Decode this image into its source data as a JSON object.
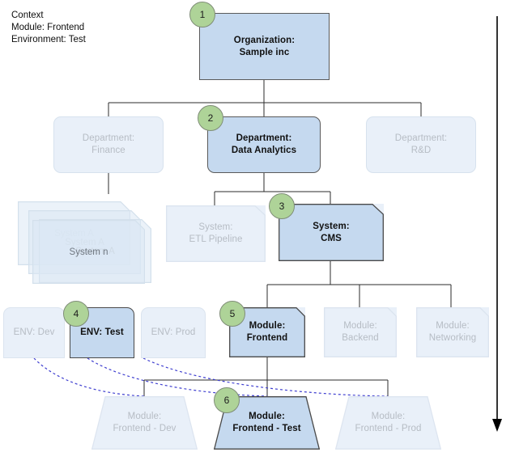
{
  "context": {
    "name": "context-note",
    "lines": "Context\nModule: Frontend\nEnvironment: Test"
  },
  "colors": {
    "selected_fill": "#c5d9ef",
    "dim_fill": "#e9f0f9",
    "selected_stroke": "#4a4a4a",
    "dim_stroke": "#dbe4ef",
    "badge_fill": "#aed398",
    "dim_text": "#b6bcc4",
    "selected_text": "#111111",
    "dashed_link": "#4040d0",
    "connector": "#2b2b2b"
  },
  "levels": {
    "organization": {
      "label": "Organization:\nSample inc",
      "badge": "1",
      "selected": true
    },
    "departments": [
      {
        "label": "Department:\nFinance",
        "badge": null,
        "selected": false
      },
      {
        "label": "Department:\nData Analytics",
        "badge": "2",
        "selected": true
      },
      {
        "label": "Department:\nR&D",
        "badge": null,
        "selected": false
      }
    ],
    "systems_stack": [
      {
        "label": "System A"
      },
      {
        "label": "System A"
      },
      {
        "label": "System A"
      },
      {
        "label": "System n"
      }
    ],
    "systems": [
      {
        "label": "System:\nETL Pipeline",
        "badge": null,
        "selected": false
      },
      {
        "label": "System:\nCMS",
        "badge": "3",
        "selected": true
      }
    ],
    "environments": [
      {
        "label": "ENV: Dev",
        "badge": null,
        "selected": false
      },
      {
        "label": "ENV: Test",
        "badge": "4",
        "selected": true
      },
      {
        "label": "ENV: Prod",
        "badge": null,
        "selected": false
      }
    ],
    "modules": [
      {
        "label": "Module:\nFrontend",
        "badge": "5",
        "selected": true
      },
      {
        "label": "Module:\nBackend",
        "badge": null,
        "selected": false
      },
      {
        "label": "Module:\nNetworking",
        "badge": null,
        "selected": false
      }
    ],
    "module_instances": [
      {
        "label": "Module:\nFrontend - Dev",
        "badge": null,
        "selected": false
      },
      {
        "label": "Module:\nFrontend - Test",
        "badge": "6",
        "selected": true
      },
      {
        "label": "Module:\nFrontend - Prod",
        "badge": null,
        "selected": false
      }
    ]
  },
  "flow_arrow": {
    "name": "hierarchy-direction-arrow",
    "direction": "down"
  }
}
